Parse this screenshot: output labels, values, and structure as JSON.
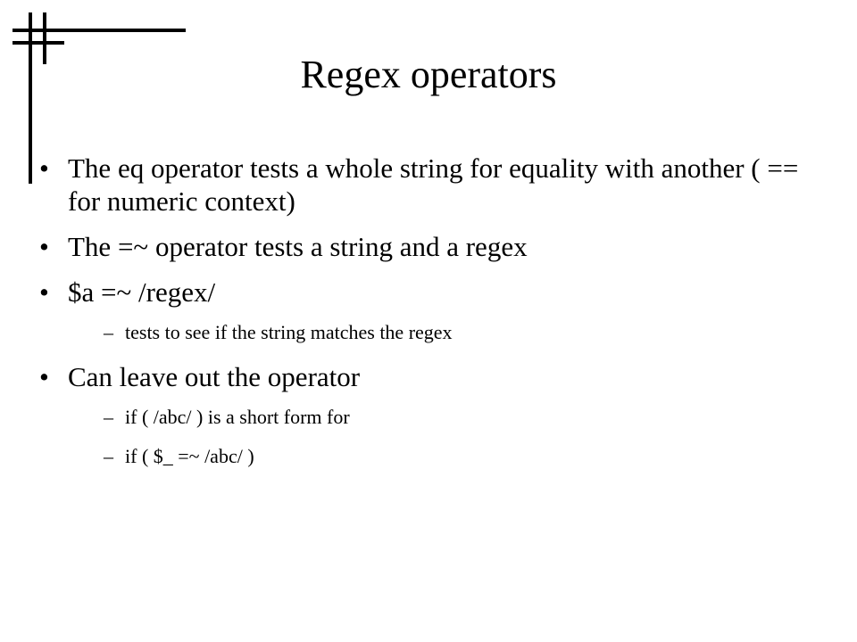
{
  "slide": {
    "title": "Regex operators",
    "bullets": [
      {
        "text": "The eq operator tests a whole string for equality with another ( == for numeric context)"
      },
      {
        "text": "The =~ operator tests a string and a regex"
      },
      {
        "text": "$a =~ /regex/"
      },
      {
        "text": "tests to see if the string matches the regex"
      },
      {
        "text": "Can leave out the operator"
      },
      {
        "text": "if ( /abc/ ) is a short form for"
      },
      {
        "text": "if ( $_ =~ /abc/ )"
      }
    ],
    "bullet_symbol": "•",
    "sub_symbol": "–"
  }
}
